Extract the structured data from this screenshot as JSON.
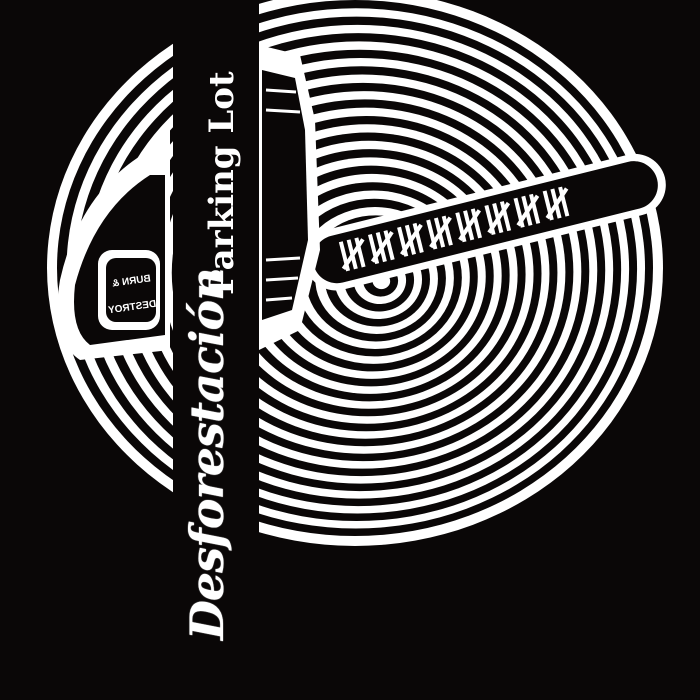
{
  "band_name": "Desforestación",
  "album_title": "Parking Lot",
  "chainsaw_label": [
    "BURN &",
    "DESTROY"
  ],
  "colors": {
    "background": "#0a0707",
    "foreground": "#ffffff"
  }
}
